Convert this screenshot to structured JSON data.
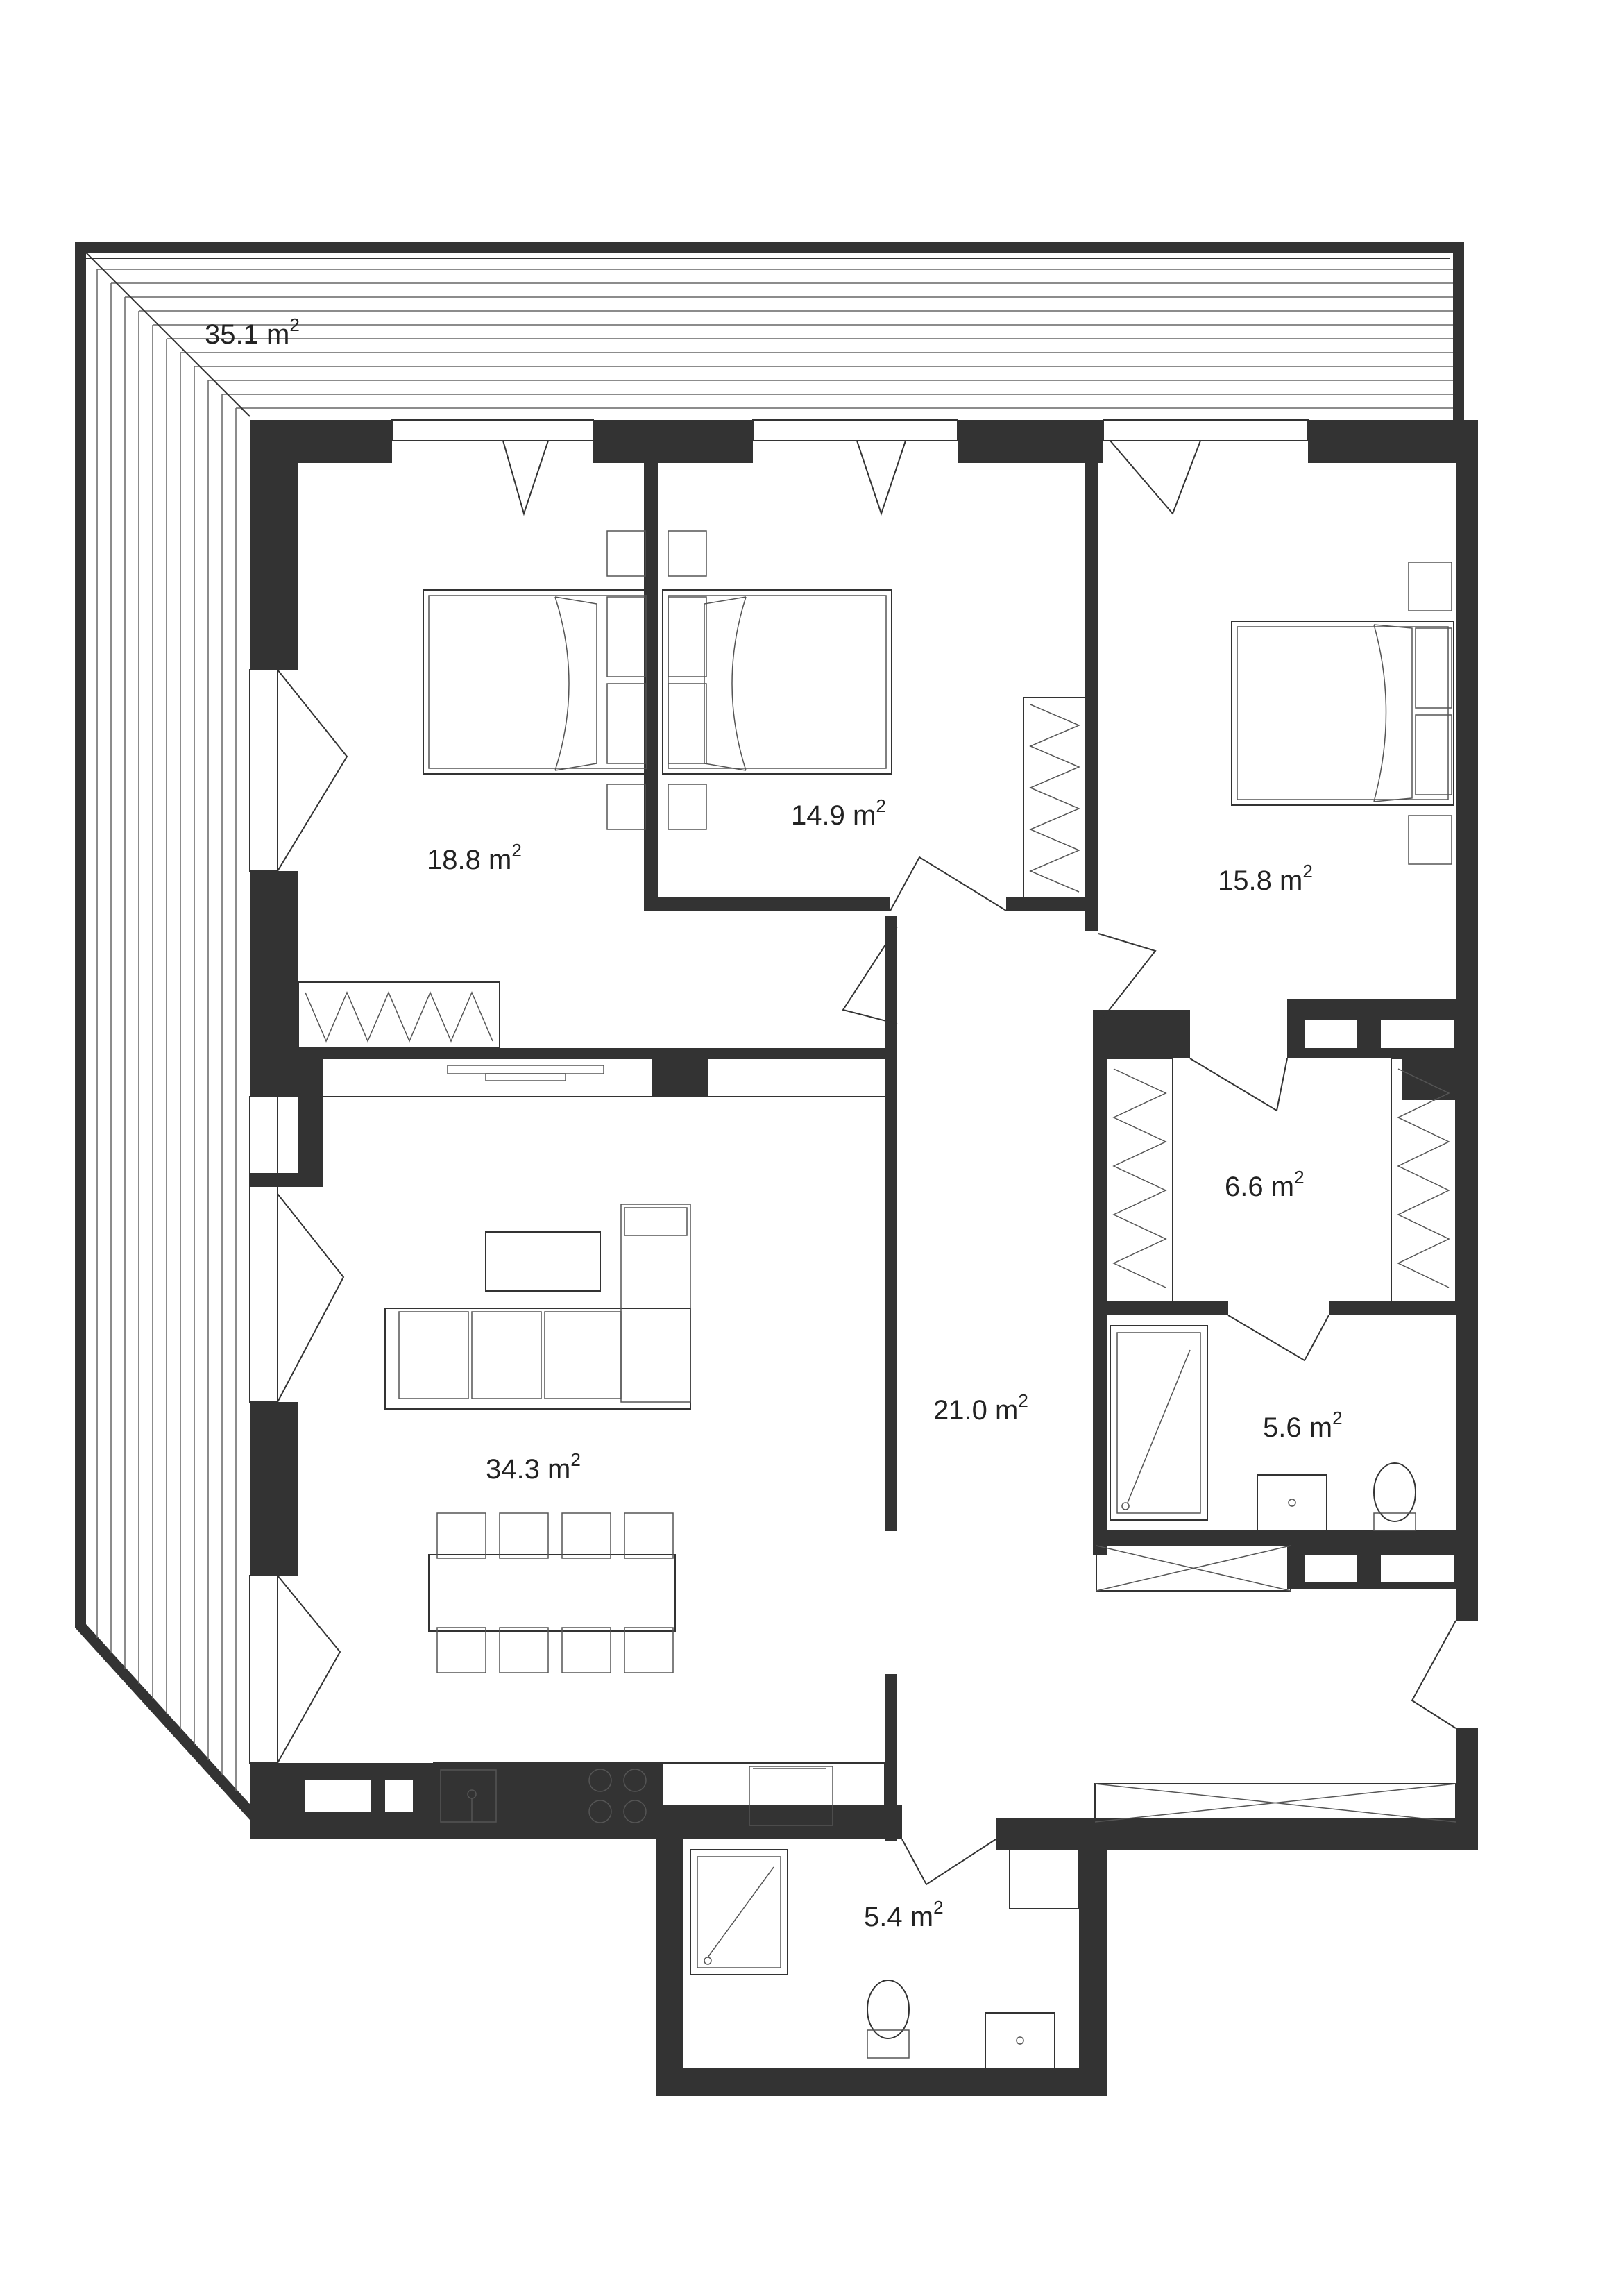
{
  "plan": {
    "rooms": [
      {
        "id": "terrace",
        "area": "35.1",
        "unit": "m",
        "sup": "2"
      },
      {
        "id": "bedroom-left",
        "area": "18.8",
        "unit": "m",
        "sup": "2"
      },
      {
        "id": "bedroom-middle",
        "area": "14.9",
        "unit": "m",
        "sup": "2"
      },
      {
        "id": "bedroom-right",
        "area": "15.8",
        "unit": "m",
        "sup": "2"
      },
      {
        "id": "wardrobe",
        "area": "6.6",
        "unit": "m",
        "sup": "2"
      },
      {
        "id": "bathroom",
        "area": "5.6",
        "unit": "m",
        "sup": "2"
      },
      {
        "id": "hallway",
        "area": "21.0",
        "unit": "m",
        "sup": "2"
      },
      {
        "id": "living-kitchen",
        "area": "34.3",
        "unit": "m",
        "sup": "2"
      },
      {
        "id": "shower-room",
        "area": "5.4",
        "unit": "m",
        "sup": "2"
      }
    ]
  }
}
